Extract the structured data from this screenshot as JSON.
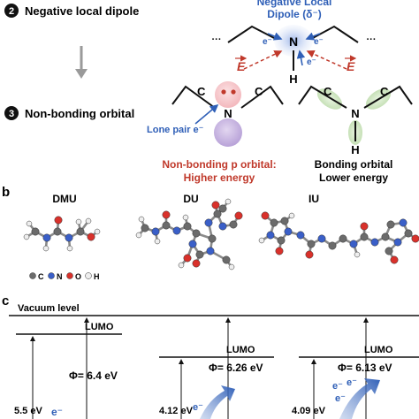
{
  "step2": {
    "num": "2",
    "title": "Negative local dipole"
  },
  "dipole": {
    "label_line1": "Negative Local",
    "label_line2": "Dipole (δ⁻)",
    "N": "N",
    "H": "H",
    "dots": "···",
    "E_left": "E",
    "E_right": "E",
    "electron": "e⁻"
  },
  "step3": {
    "num": "3",
    "title": "Non-bonding orbital"
  },
  "atoms": {
    "C": "C",
    "N": "N",
    "H": "H"
  },
  "lone_pair": "Lone pair e⁻",
  "nonbonding_caption": [
    "Non-bonding p orbital:",
    "Higher energy"
  ],
  "bonding_caption": [
    "Bonding orbital",
    "Lower energy"
  ],
  "panel_b": {
    "label": "b",
    "molecules": [
      "DMU",
      "DU",
      "IU"
    ],
    "legend": [
      {
        "symbol": "C",
        "color": "#6b6b6b"
      },
      {
        "symbol": "N",
        "color": "#3a5fc8"
      },
      {
        "symbol": "O",
        "color": "#d9312b"
      },
      {
        "symbol": "H",
        "color": "#eeeeee"
      }
    ]
  },
  "panel_c": {
    "label": "c",
    "vacuum_level": "Vacuum level",
    "columns": [
      {
        "lumo": "LUMO",
        "phi": "Φ= 6.4 eV",
        "gap": "5.5 eV",
        "e": "e⁻"
      },
      {
        "lumo": "LUMO",
        "phi": "Φ= 6.26 eV",
        "gap": "4.12 eV",
        "e": "e⁻"
      },
      {
        "lumo": "LUMO",
        "phi": "Φ= 6.13 eV",
        "gap": "4.09 eV",
        "e": "e⁻"
      }
    ]
  }
}
